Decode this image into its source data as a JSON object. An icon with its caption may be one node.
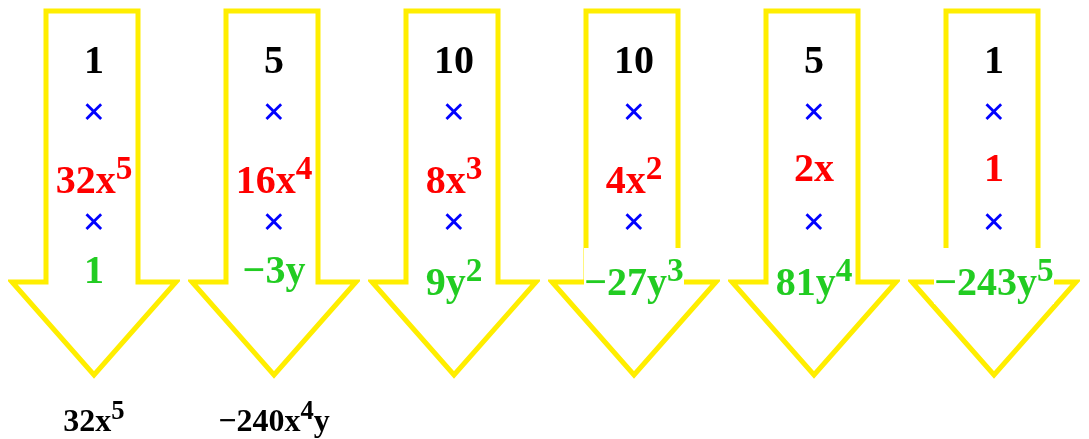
{
  "diagram": {
    "nodes": [
      {
        "text": [
          "1",
          "×",
          "32x$^{5}$",
          "×",
          "1"
        ],
        "beside": [
          "32x$^{5}$"
        ]
      },
      {
        "text": [
          "5",
          "×",
          "16x$^{4}$",
          "×",
          "−3y"
        ],
        "beside": [
          "−240x$^{4}$y"
        ]
      },
      {
        "text": [
          "10",
          "×",
          "8x$^{3}$",
          "×",
          "9y$^{2}$"
        ]
      },
      {
        "text": [
          "10",
          "×",
          "4x$^{2}$",
          "×",
          "−27y$^{3}$"
        ]
      },
      {
        "text": [
          "5",
          "×",
          "2x",
          "×",
          "81y$^{4}$"
        ]
      },
      {
        "text": [
          "1",
          "×",
          "1",
          "×",
          "−243y$^{5}$"
        ]
      }
    ]
  }
}
